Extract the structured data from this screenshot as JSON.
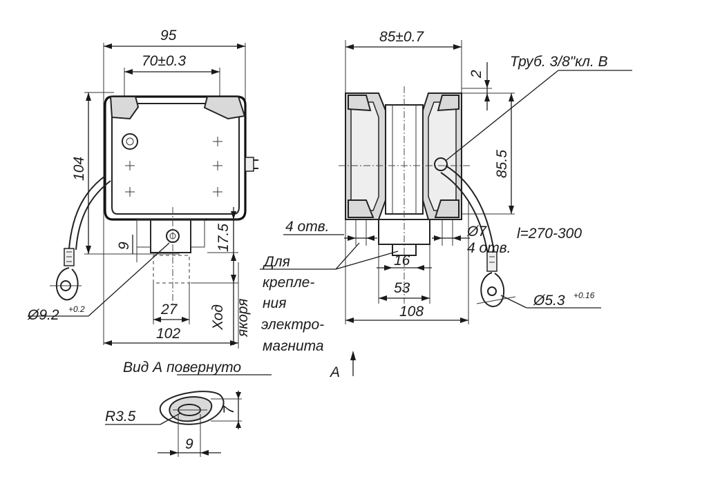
{
  "dimensions": {
    "width_95": "95",
    "width_70": "70±0.3",
    "height_104": "104",
    "dim_9": "9",
    "dim_17_5": "17.5",
    "dim_27": "27",
    "dim_102": "102",
    "stroke_label_1": "Ход",
    "stroke_label_2": "якоря",
    "hole_left": "Ø9.2",
    "hole_left_tol": "+0.2",
    "width_85": "85±0.7",
    "tube": "Труб. 3/8\"кл. В",
    "dim_2": "2",
    "height_85_5": "85.5",
    "holes_4_left": "4 отв.",
    "hole_7": "Ø7",
    "lead_length": "l=270-300",
    "holes_4_right": "4 отв.",
    "dim_16": "16",
    "dim_53": "53",
    "dim_108": "108",
    "hole_right": "Ø5.3",
    "hole_right_tol": "+0.16",
    "mount_note_1": "Для",
    "mount_note_2": "крепле-",
    "mount_note_3": "ния",
    "mount_note_4": "электро-",
    "mount_note_5": "магнита",
    "view_letter": "А",
    "view_title": "Вид А повернуто",
    "radius": "R3.5",
    "view_dim_7": "7",
    "view_dim_9": "9"
  }
}
